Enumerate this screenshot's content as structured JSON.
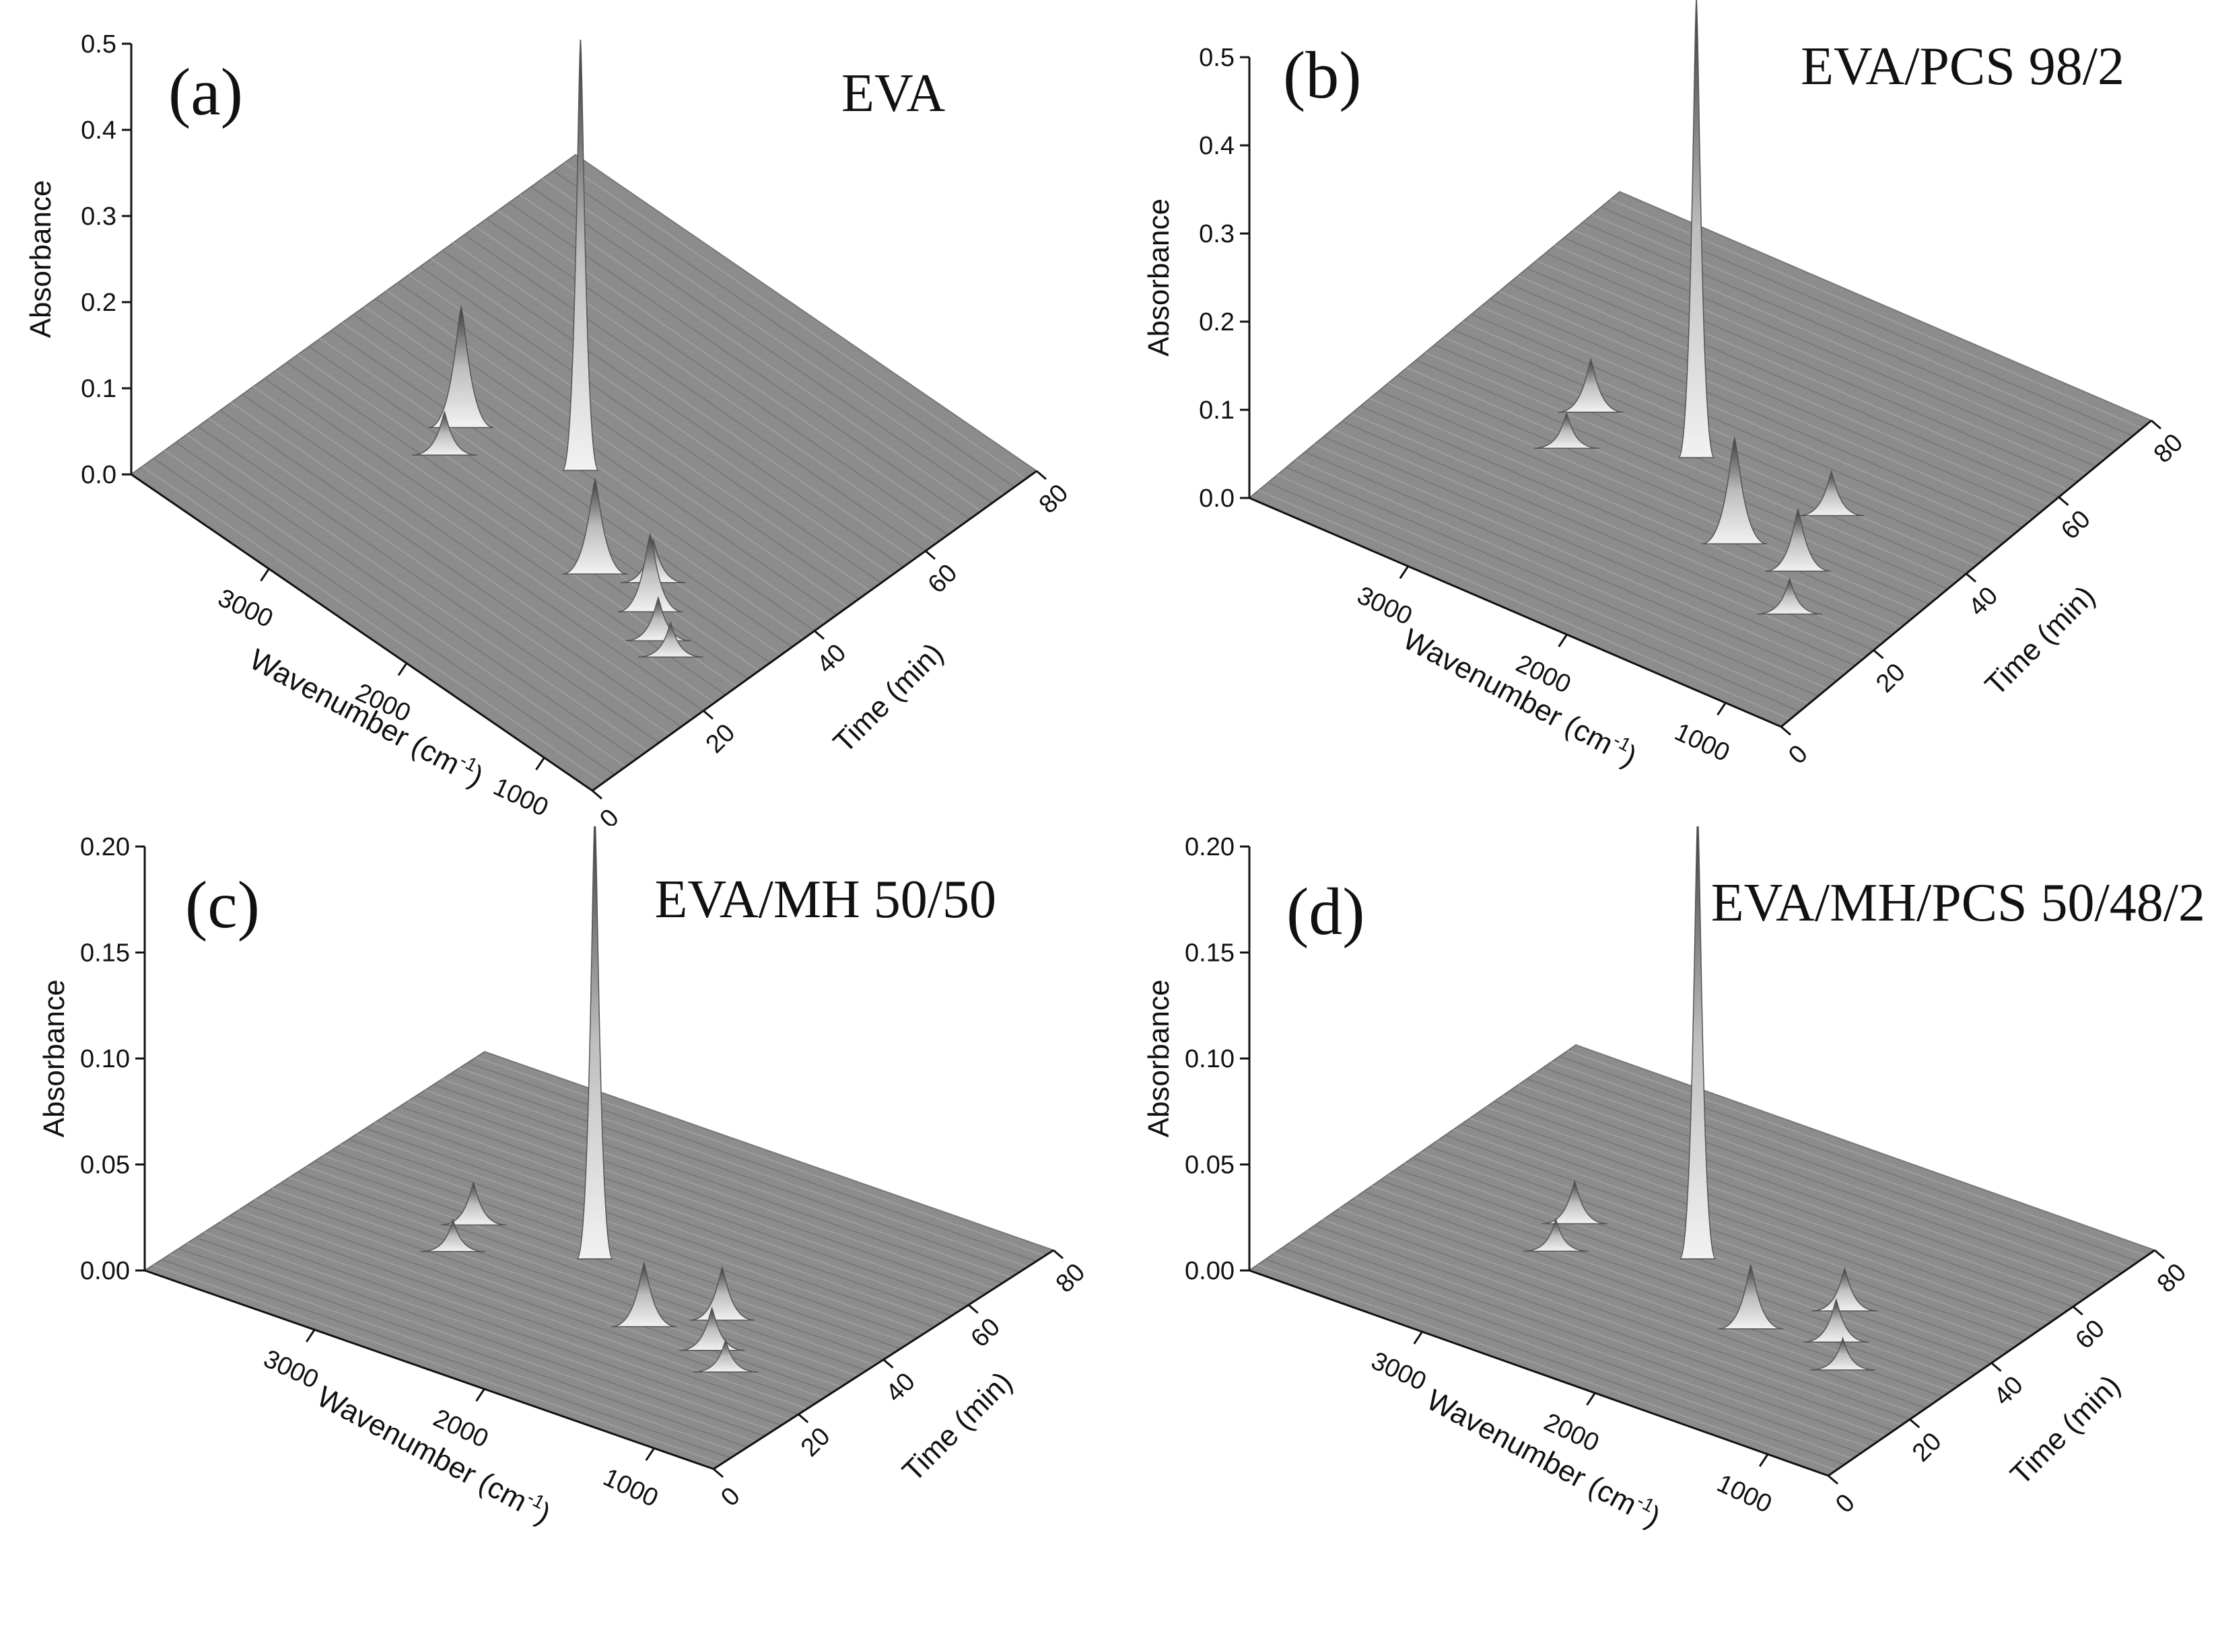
{
  "figure": {
    "panels": [
      {
        "label": "(a)",
        "title": "EVA"
      },
      {
        "label": "(b)",
        "title": "EVA/PCS 98/2"
      },
      {
        "label": "(c)",
        "title": "EVA/MH 50/50"
      },
      {
        "label": "(d)",
        "title": "EVA/MH/PCS 50/48/2"
      }
    ]
  },
  "chart_data": [
    {
      "type": "3d-waterfall",
      "panel": "(a)",
      "title": "EVA",
      "zlabel": "Absorbance",
      "xlabel": "Wavenumber",
      "xlabel_unit": "(cm",
      "xlabel_unit_sup": "-1",
      "xlabel_unit_close": ")",
      "ylabel": "Time (min)",
      "z_ticks": [
        "0.0",
        "0.1",
        "0.2",
        "0.3",
        "0.4",
        "0.5"
      ],
      "x_ticks": [
        "3000",
        "2000",
        "1000"
      ],
      "y_ticks": [
        "0",
        "20",
        "40",
        "60",
        "80"
      ],
      "zlim": [
        0,
        0.5
      ],
      "xlim": [
        4000,
        650
      ],
      "ylim": [
        0,
        80
      ],
      "peaks": [
        {
          "wavenumber": 3015,
          "time": 35,
          "absorbance": 0.14
        },
        {
          "wavenumber": 2935,
          "time": 30,
          "absorbance": 0.05
        },
        {
          "wavenumber": 2350,
          "time": 40,
          "absorbance": 0.5
        },
        {
          "wavenumber": 1760,
          "time": 28,
          "absorbance": 0.11
        },
        {
          "wavenumber": 1500,
          "time": 32,
          "absorbance": 0.05
        },
        {
          "wavenumber": 1360,
          "time": 28,
          "absorbance": 0.09
        },
        {
          "wavenumber": 1180,
          "time": 25,
          "absorbance": 0.05
        },
        {
          "wavenumber": 1050,
          "time": 24,
          "absorbance": 0.04
        }
      ]
    },
    {
      "type": "3d-waterfall",
      "panel": "(b)",
      "title": "EVA/PCS 98/2",
      "zlabel": "Absorbance",
      "xlabel": "Wavenumber",
      "xlabel_unit": "(cm",
      "xlabel_unit_sup": "-1",
      "xlabel_unit_close": ")",
      "ylabel": "Time (min)",
      "z_ticks": [
        "0.0",
        "0.1",
        "0.2",
        "0.3",
        "0.4",
        "0.5"
      ],
      "x_ticks": [
        "3000",
        "2000",
        "1000"
      ],
      "y_ticks": [
        "0",
        "20",
        "40",
        "60",
        "80"
      ],
      "zlim": [
        0,
        0.5
      ],
      "xlim": [
        4000,
        650
      ],
      "ylim": [
        0,
        80
      ],
      "peaks": [
        {
          "wavenumber": 3015,
          "time": 40,
          "absorbance": 0.06
        },
        {
          "wavenumber": 2935,
          "time": 32,
          "absorbance": 0.04
        },
        {
          "wavenumber": 2350,
          "time": 40,
          "absorbance": 0.52
        },
        {
          "wavenumber": 1760,
          "time": 28,
          "absorbance": 0.12
        },
        {
          "wavenumber": 1500,
          "time": 40,
          "absorbance": 0.05
        },
        {
          "wavenumber": 1360,
          "time": 28,
          "absorbance": 0.07
        },
        {
          "wavenumber": 1180,
          "time": 20,
          "absorbance": 0.04
        }
      ]
    },
    {
      "type": "3d-waterfall",
      "panel": "(c)",
      "title": "EVA/MH 50/50",
      "zlabel": "Absorbance",
      "xlabel": "Wavenumber",
      "xlabel_unit": "(cm",
      "xlabel_unit_sup": "-1",
      "xlabel_unit_close": ")",
      "ylabel": "Time (min)",
      "z_ticks": [
        "0.00",
        "0.05",
        "0.10",
        "0.15",
        "0.20"
      ],
      "x_ticks": [
        "3000",
        "2000",
        "1000"
      ],
      "y_ticks": [
        "0",
        "20",
        "40",
        "60",
        "80"
      ],
      "zlim": [
        0,
        0.2
      ],
      "xlim": [
        4000,
        650
      ],
      "ylim": [
        0,
        80
      ],
      "peaks": [
        {
          "wavenumber": 3015,
          "time": 38,
          "absorbance": 0.02
        },
        {
          "wavenumber": 2935,
          "time": 30,
          "absorbance": 0.015
        },
        {
          "wavenumber": 2350,
          "time": 40,
          "absorbance": 0.21
        },
        {
          "wavenumber": 1760,
          "time": 28,
          "absorbance": 0.03
        },
        {
          "wavenumber": 1500,
          "time": 36,
          "absorbance": 0.025
        },
        {
          "wavenumber": 1360,
          "time": 28,
          "absorbance": 0.02
        },
        {
          "wavenumber": 1180,
          "time": 24,
          "absorbance": 0.015
        }
      ]
    },
    {
      "type": "3d-waterfall",
      "panel": "(d)",
      "title": "EVA/MH/PCS 50/48/2",
      "zlabel": "Absorbance",
      "xlabel": "Wavenumber",
      "xlabel_unit": "(cm",
      "xlabel_unit_sup": "-1",
      "xlabel_unit_close": ")",
      "ylabel": "Time (min)",
      "z_ticks": [
        "0.00",
        "0.05",
        "0.10",
        "0.15",
        "0.20"
      ],
      "x_ticks": [
        "3000",
        "2000",
        "1000"
      ],
      "y_ticks": [
        "0",
        "20",
        "40",
        "60",
        "80"
      ],
      "zlim": [
        0,
        0.2
      ],
      "xlim": [
        4000,
        650
      ],
      "ylim": [
        0,
        80
      ],
      "peaks": [
        {
          "wavenumber": 3015,
          "time": 38,
          "absorbance": 0.02
        },
        {
          "wavenumber": 2935,
          "time": 30,
          "absorbance": 0.015
        },
        {
          "wavenumber": 2350,
          "time": 40,
          "absorbance": 0.21
        },
        {
          "wavenumber": 1760,
          "time": 28,
          "absorbance": 0.03
        },
        {
          "wavenumber": 1500,
          "time": 40,
          "absorbance": 0.02
        },
        {
          "wavenumber": 1360,
          "time": 32,
          "absorbance": 0.02
        },
        {
          "wavenumber": 1180,
          "time": 26,
          "absorbance": 0.015
        }
      ]
    }
  ]
}
